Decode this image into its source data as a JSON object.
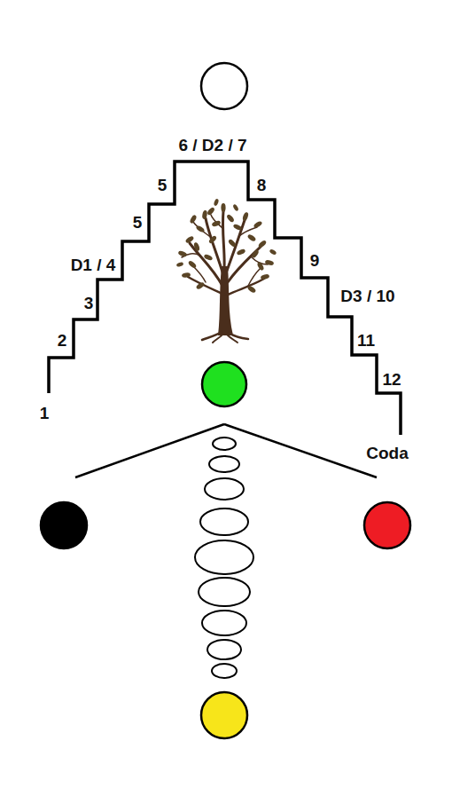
{
  "diagram": {
    "labels": [
      "1",
      "2",
      "3",
      "D1 / 4",
      "5",
      "5",
      "6 / D2 / 7",
      "8",
      "9",
      "D3 / 10",
      "11",
      "12",
      "Coda"
    ]
  }
}
